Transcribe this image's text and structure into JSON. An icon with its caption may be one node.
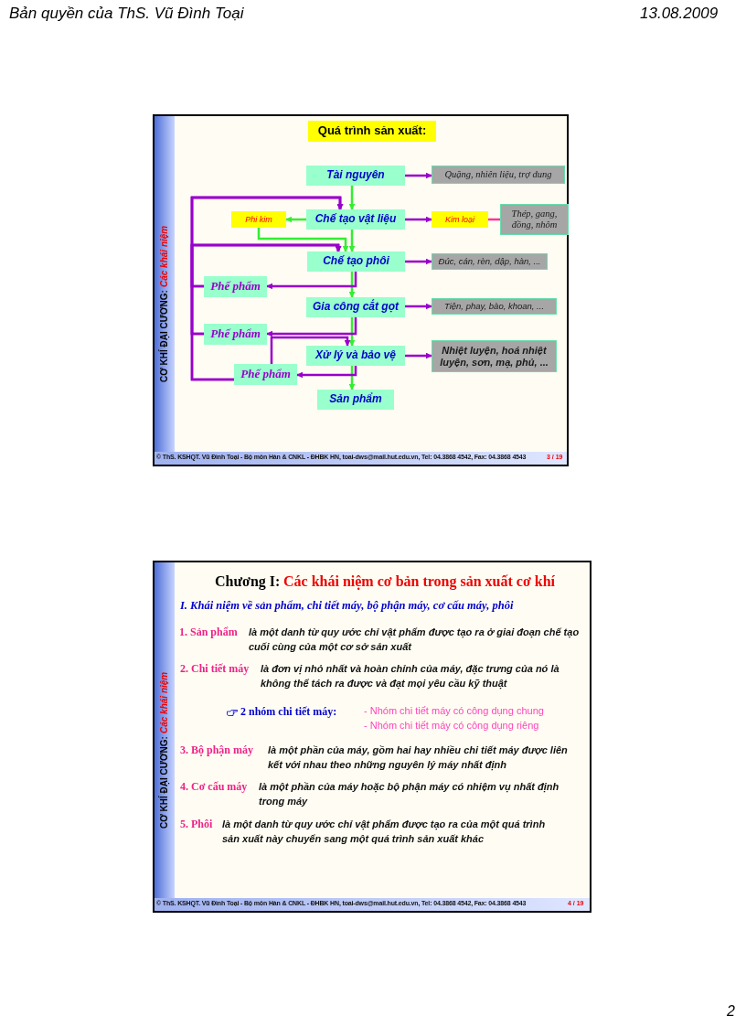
{
  "diagram": {
    "nodes": [
      {
        "text": [
          "Quá trình sản xuất:"
        ]
      },
      {
        "text": [
          "Tài nguyên"
        ]
      },
      {
        "text": [
          "Quặng, nhiên liệu, trợ dung"
        ]
      },
      {
        "text": [
          "Chế tạo vật liệu"
        ]
      },
      {
        "text": [
          "Phi kim"
        ]
      },
      {
        "text": [
          "Kim loại"
        ]
      },
      {
        "text": [
          "Thép, gang, đồng, nhôm"
        ]
      },
      {
        "text": [
          "Chế tạo phôi"
        ]
      },
      {
        "text": [
          "Đúc, cán, rèn, dập, hàn, ..."
        ]
      },
      {
        "text": [
          "Phế phẩm"
        ]
      },
      {
        "text": [
          "Gia công cắt gọt"
        ]
      },
      {
        "text": [
          "Tiện, phay, bào, khoan, ..."
        ]
      },
      {
        "text": [
          "Phế phẩm"
        ]
      },
      {
        "text": [
          "Xử lý và bảo vệ"
        ]
      },
      {
        "text": [
          "Nhiệt luyện, hoá nhiệt luyện, sơn, mạ, phủ, ..."
        ]
      },
      {
        "text": [
          "Phế phẩm"
        ]
      },
      {
        "text": [
          "Sản phẩm"
        ]
      }
    ],
    "edges": [
      {
        "from": 1,
        "to": 3,
        "arrow": "to",
        "color": "#33ee33"
      },
      {
        "from": 3,
        "to": 4,
        "arrow": "to",
        "color": "#33ee33"
      },
      {
        "from": 4,
        "to": 7,
        "arrow": "to",
        "color": "#33ee33"
      },
      {
        "from": 3,
        "to": 7,
        "arrow": "to",
        "color": "#33ee33"
      },
      {
        "from": 7,
        "to": 10,
        "arrow": "to",
        "color": "#33ee33"
      },
      {
        "from": 10,
        "to": 13,
        "arrow": "to",
        "color": "#33ee33"
      },
      {
        "from": 13,
        "to": 16,
        "arrow": "to",
        "color": "#33ee33"
      },
      {
        "from": 1,
        "to": 2,
        "arrow": "to"
      },
      {
        "from": 3,
        "to": 5,
        "arrow": "to"
      },
      {
        "from": 5,
        "to": 6,
        "arrow": "none",
        "color": "#ff3399"
      },
      {
        "from": 7,
        "to": 8,
        "arrow": "to"
      },
      {
        "from": 10,
        "to": 11,
        "arrow": "to"
      },
      {
        "from": 13,
        "to": 14,
        "arrow": "to"
      },
      {
        "from": 7,
        "to": 9,
        "arrow": "to"
      },
      {
        "from": 10,
        "to": 12,
        "arrow": "to"
      },
      {
        "from": 13,
        "to": 15,
        "arrow": "to"
      },
      {
        "from": 9,
        "to": 3,
        "arrow": "to"
      },
      {
        "from": 9,
        "to": 7,
        "arrow": "to"
      },
      {
        "from": 12,
        "to": 3,
        "arrow": "to"
      },
      {
        "from": 12,
        "to": 7,
        "arrow": "to"
      },
      {
        "from": 15,
        "to": 3,
        "arrow": "to"
      },
      {
        "from": 15,
        "to": 7,
        "arrow": "to"
      },
      {
        "from": 15,
        "to": 13,
        "arrow": "to"
      }
    ],
    "labels": [
      "Bản quyền của ThS. Vũ Đình Toại",
      "13.08.2009",
      "CƠ KHÍ ĐẠI CƯƠNG:",
      "Các khái niệm",
      "© ThS. KSHQT. Vũ Đình Toại - Bộ môn Hàn & CNKL - ĐHBK HN, toai-dws@mail.hut.edu.vn, Tel: 04.3868 4542, Fax: 04.3868 4543",
      "3 / 19",
      "Chương I:",
      "Các khái niệm cơ bản trong sản xuất cơ khí",
      "I. Khái niệm về sản phẩm, chi tiết máy, bộ phận máy, cơ cấu máy, phôi",
      "1. Sản phẩm",
      "là một danh từ quy ước chỉ vật phẩm được tạo ra ở giai đoạn chế tạo cuối cùng của một cơ sở sản xuất",
      "2. Chi tiết máy",
      "là đơn vị nhỏ nhất và hoàn chỉnh của máy, đặc trưng của nó là không thể tách ra được và đạt mọi yêu cầu kỹ thuật",
      "2 nhóm chi tiết máy:",
      "- Nhóm chi tiết máy có công dụng chung",
      "- Nhóm chi tiết máy có công dụng riêng",
      "3. Bộ phận máy",
      "là một phần của máy, gồm hai hay nhiều chi tiết máy được liên kết với nhau theo những nguyên lý máy nhất định",
      "4. Cơ cấu máy",
      "là một phần của máy hoặc bộ phận máy có nhiệm vụ nhất định trong máy",
      "5. Phôi",
      "là một danh từ quy ước chỉ vật phẩm được tạo ra của một quá trình sản xuất này chuyển sang một quá trình sản xuất khác",
      "CƠ KHÍ ĐẠI CƯƠNG:",
      "Các khái niệm",
      "© ThS. KSHQT. Vũ Đình Toại - Bộ môn Hàn & CNKL - ĐHBK HN, toai-dws@mail.hut.edu.vn, Tel: 04.3868 4542, Fax: 04.3868 4543",
      "4 / 19",
      "2"
    ]
  }
}
